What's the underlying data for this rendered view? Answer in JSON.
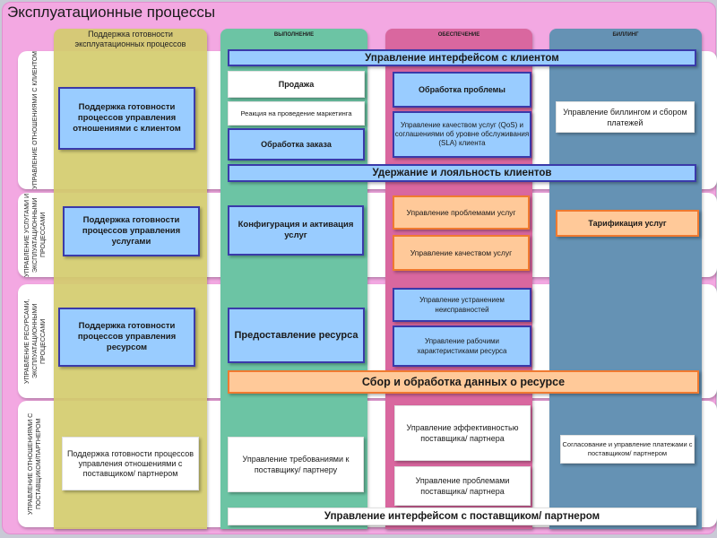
{
  "title": "Эксплуатационные процессы",
  "columns": {
    "support": "Поддержка готовности эксплуатационных процессов",
    "fulfillment": "ВЫПОЛНЕНИЕ",
    "assurance": "ОБЕСПЕЧЕНИЕ",
    "billing": "БИЛЛИНГ"
  },
  "rows": [
    "Управление отношениями с клиентом",
    "Управление услугами и эксплуатационными процессами",
    "Управление ресурсами, эксплуатационными процессами",
    "Управление отношениями с поставщиком/партнером"
  ],
  "support_boxes": [
    "Поддержка готовности процессов управления отношениями с клиентом",
    "Поддержка готовности процессов управления услугами",
    "Поддержка готовности процессов управления ресурсом",
    "Поддержка готовности процессов управления отношениями с поставщиком/ партнером"
  ],
  "bars": {
    "customer_interface": "Управление интерфейсом с клиентом",
    "retention": "Удержание и лояльность клиентов",
    "resource_data": "Сбор и обработка данных о ресурсе",
    "supplier_interface": "Управление интерфейсом с поставщиком/ партнером"
  },
  "fulfillment_boxes": {
    "sales": "Продажа",
    "marketing": "Реакция на проведение маркетинга",
    "order": "Обработка заказа",
    "config": "Конфигурация и активация услуг",
    "resource_provision": "Предоставление ресурса",
    "supplier_requirements": "Управление требованиями к поставщику/ партнеру"
  },
  "assurance_boxes": {
    "problem": "Обработка проблемы",
    "qos": "Управление качеством услуг (QoS) и соглашениями об уровне обслуживания (SLA) клиента",
    "service_problem": "Управление проблемами услуг",
    "service_quality": "Управление качеством услуг",
    "fault": "Управление устранением неисправностей",
    "performance": "Управление рабочими характеристиками ресурса",
    "supplier_perf": "Управление эффективностью поставщика/ партнера",
    "supplier_problem": "Управление проблемами поставщика/ партнера"
  },
  "billing_boxes": {
    "billing_mgmt": "Управление биллингом и сбором платежей",
    "rating": "Тарификация услуг",
    "settlement": "Согласование и управление платежами с поставщиком/ партнером"
  },
  "colors": {
    "frame": "#f3a8e2",
    "support_col": "#d4cc6e",
    "fulfillment_col": "#6cc4a4",
    "assurance_col": "#d9679f",
    "billing_col": "#6592b4",
    "blue_box": "#99ccff",
    "orange_box": "#ffc999"
  }
}
